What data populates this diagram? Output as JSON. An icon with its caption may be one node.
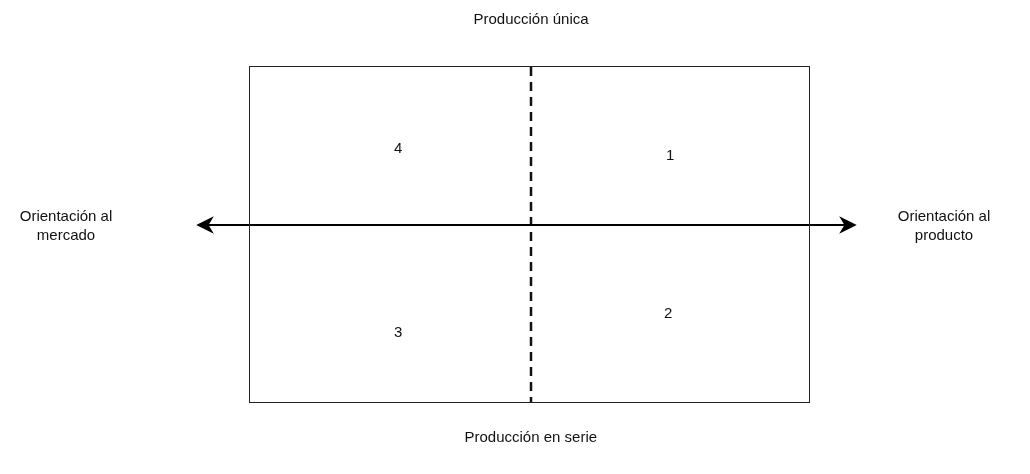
{
  "diagram": {
    "nodes": [
      {
        "text": [],
        "shape": "box"
      }
    ],
    "labels": [
      "Producción única",
      "4",
      "1",
      "Orientación al mercado",
      "Orientación al producto",
      "3",
      "2",
      "Producción en serie"
    ]
  }
}
